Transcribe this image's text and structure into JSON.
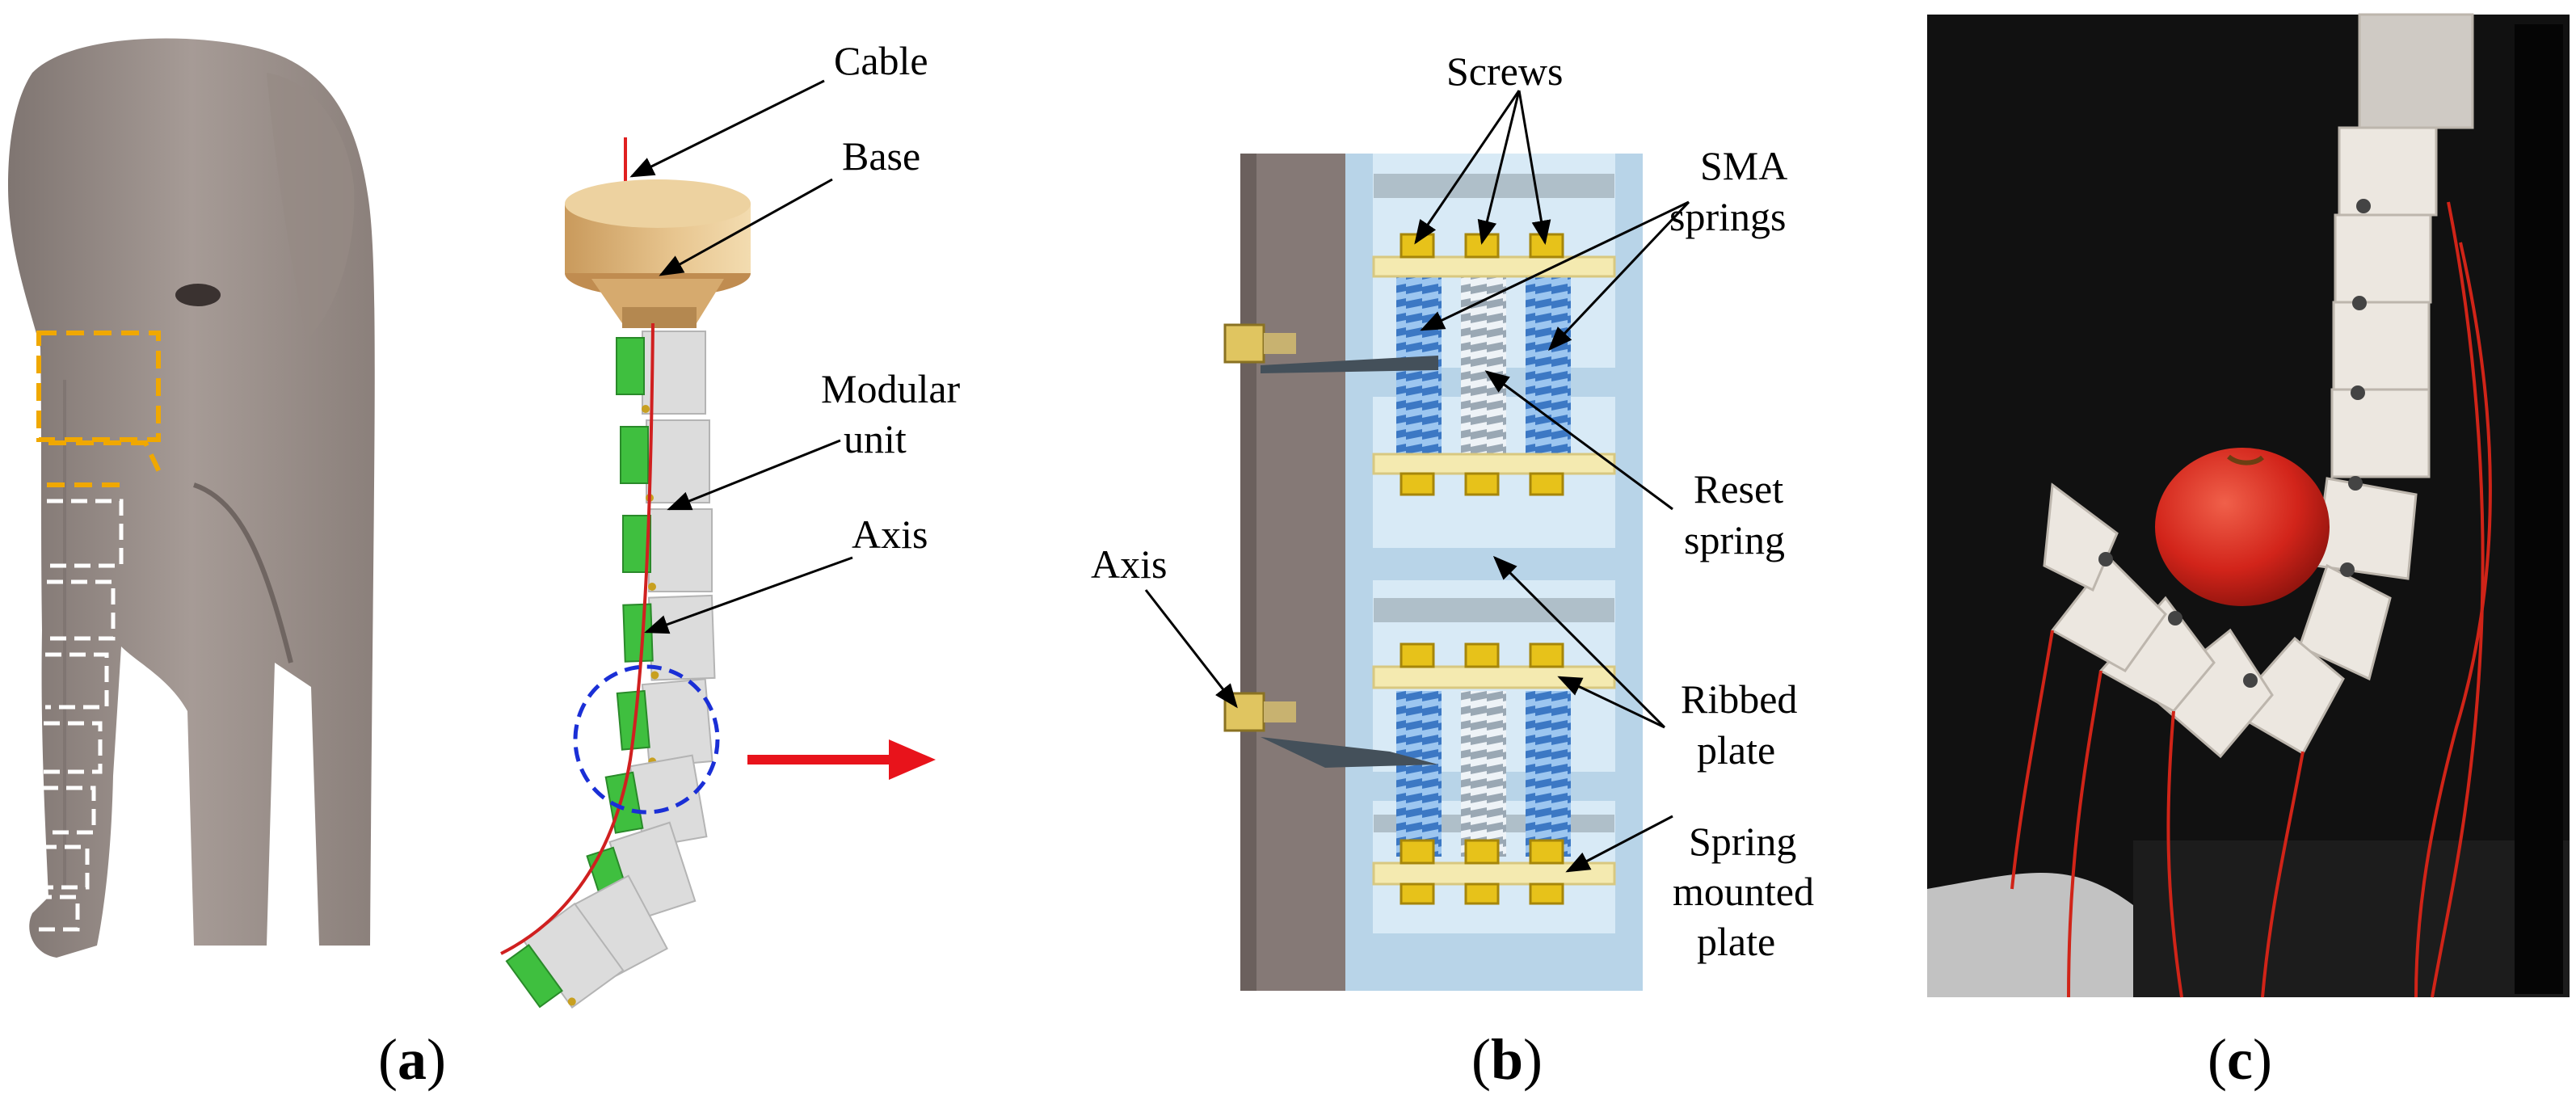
{
  "panel_a": {
    "caption_open": "(",
    "caption_letter": "a",
    "caption_close": ")",
    "labels": {
      "cable": "Cable",
      "base": "Base",
      "modular_line1": "Modular",
      "modular_line2": "unit",
      "axis": "Axis"
    }
  },
  "panel_b": {
    "caption_open": "(",
    "caption_letter": "b",
    "caption_close": ")",
    "labels": {
      "screws": "Screws",
      "sma_line1": "SMA",
      "sma_line2": "springs",
      "reset_line1": "Reset",
      "reset_line2": "spring",
      "ribbed_line1": "Ribbed",
      "ribbed_line2": "plate",
      "spring_line1": "Spring",
      "spring_line2": "mounted",
      "spring_line3": "plate",
      "axis": "Axis"
    }
  },
  "panel_c": {
    "caption_open": "(",
    "caption_letter": "c",
    "caption_close": ")"
  },
  "colors": {
    "elephant": "#9b8f8a",
    "base_wood": "#d9b47c",
    "module_grey": "#dcdcdc",
    "module_green": "#3fbf3f",
    "cable_red": "#e02020",
    "arrow_red": "#e8131b",
    "highlight_blue": "#1a2fd6",
    "elephant_box": "#f0a800",
    "sma_spring": "#4f8fd8",
    "reset_spring": "#c8d4dc",
    "plate_yellow": "#f4eab0",
    "housing_blue": "#d4e8f4",
    "photo_bg": "#111111",
    "tomato": "#d8261c"
  }
}
